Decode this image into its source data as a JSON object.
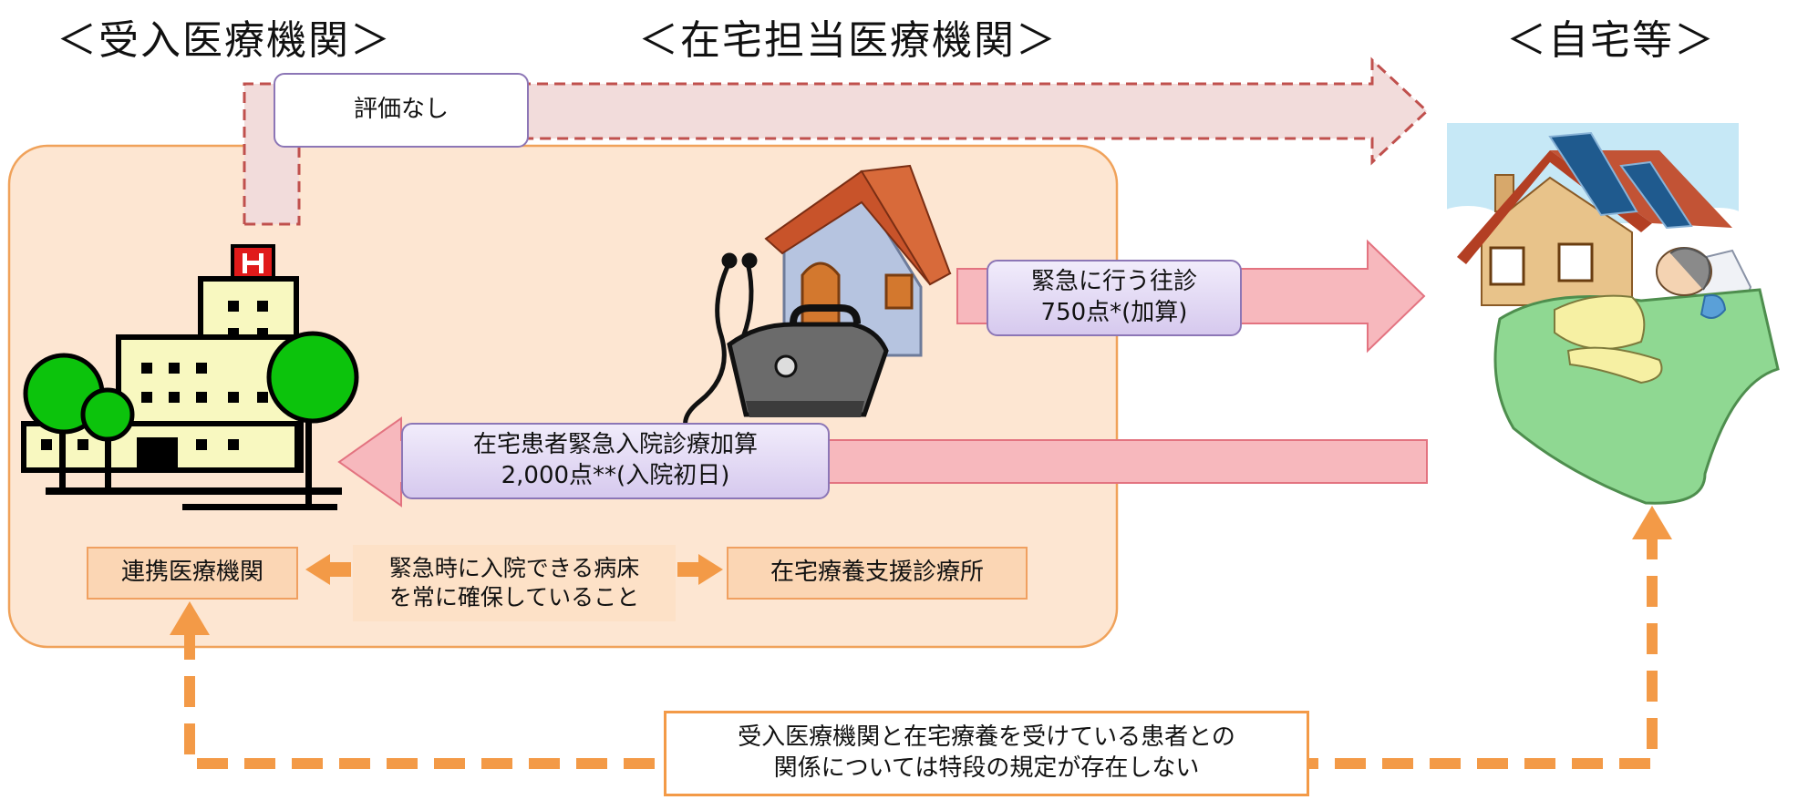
{
  "headers": {
    "receiving": "＜受入医療機関＞",
    "home_care": "＜在宅担当医療機関＞",
    "home": "＜自宅等＞"
  },
  "labels": {
    "no_evaluation": "評価なし",
    "emergency_visit_line1": "緊急に行う往診",
    "emergency_visit_line2": "750点*(加算)",
    "admission_line1": "在宅患者緊急入院診療加算",
    "admission_line2": "2,000点**(入院初日)",
    "partner_institution": "連携医療機関",
    "bed_line1": "緊急時に入院できる病床",
    "bed_line2": "を常に確保していること",
    "support_clinic": "在宅療養支援診療所",
    "note_line1": "受入医療機関と在宅療養を受けている患者との",
    "note_line2": "関係については特段の規定が存在しない"
  },
  "icons": [
    "hospital-icon",
    "house-clinic-icon",
    "stethoscope-icon",
    "doctor-bag-icon",
    "home-icon",
    "patient-in-bed-icon"
  ],
  "colors": {
    "region_fill": "#fde6d2",
    "region_border": "#f0a25a",
    "pink_arrow": "#f7b8bd",
    "dashed_arrow": "#c0504d",
    "orange_arrow": "#f39a47",
    "label_border": "#8c76b6"
  }
}
